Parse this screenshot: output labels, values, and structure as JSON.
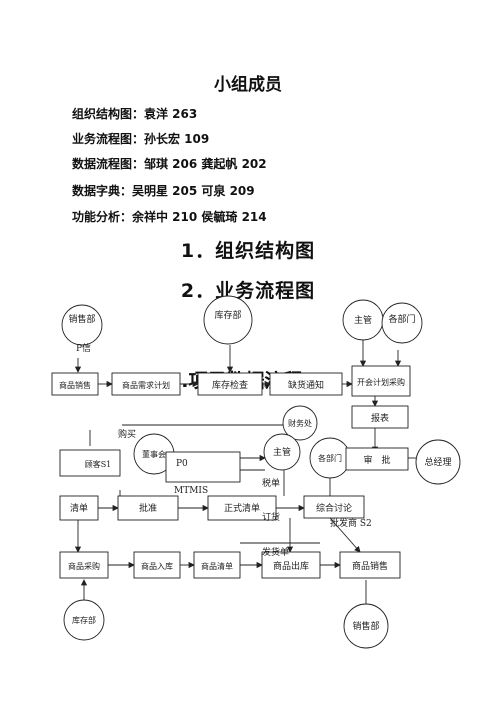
{
  "page_title": "小组成员",
  "members": [
    "组织结构图：袁洋 263",
    "业务流程图：孙长宏 109",
    "数据流程图：邹琪 206 龚起帆 202",
    "数据字典：吴明星 205 可泉 209",
    "功能分析：余祥中 210 侯毓琦 214"
  ],
  "headings": {
    "h1": "1．组织结构图",
    "h2": "2．业务流程图",
    "h3": "3.项目数据流程"
  },
  "diagram": {
    "circles": {
      "sales_top": "销售部",
      "storage_top": "库存部",
      "supervisor_top": "主管",
      "departments_top": "各部门",
      "finance": "财务处",
      "board": "董事会",
      "supervisor_mid": "主管",
      "departments_mid": "各部门",
      "general_manager": "总经理",
      "storage_bottom": "库存部",
      "sales_bottom": "销售部"
    },
    "boxes": {
      "goods_sales": "商品销售",
      "demand_plan": "商品需求计划",
      "stock_check": "库存检查",
      "shortage_notice": "缺货通知",
      "plan_purchase": "开会计划采购",
      "report": "报表",
      "approve_right": "审　批",
      "customer": "顾客S1",
      "p0": "P0",
      "list_left": "清单",
      "approve_mid": "批准",
      "formal_list": "正式清单",
      "discussion": "综合讨论",
      "goods_purchase": "商品采购",
      "goods_in": "商品入库",
      "goods_list": "商品清单",
      "goods_out": "商品出库",
      "goods_sales_b": "商品销售"
    },
    "labels": {
      "purchase": "购买",
      "mtmis": "MTMIS",
      "tax": "税单",
      "order": "订货",
      "wholesaler": "批发商 S2",
      "shipment": "发货单",
      "cut_text": "P信"
    }
  }
}
